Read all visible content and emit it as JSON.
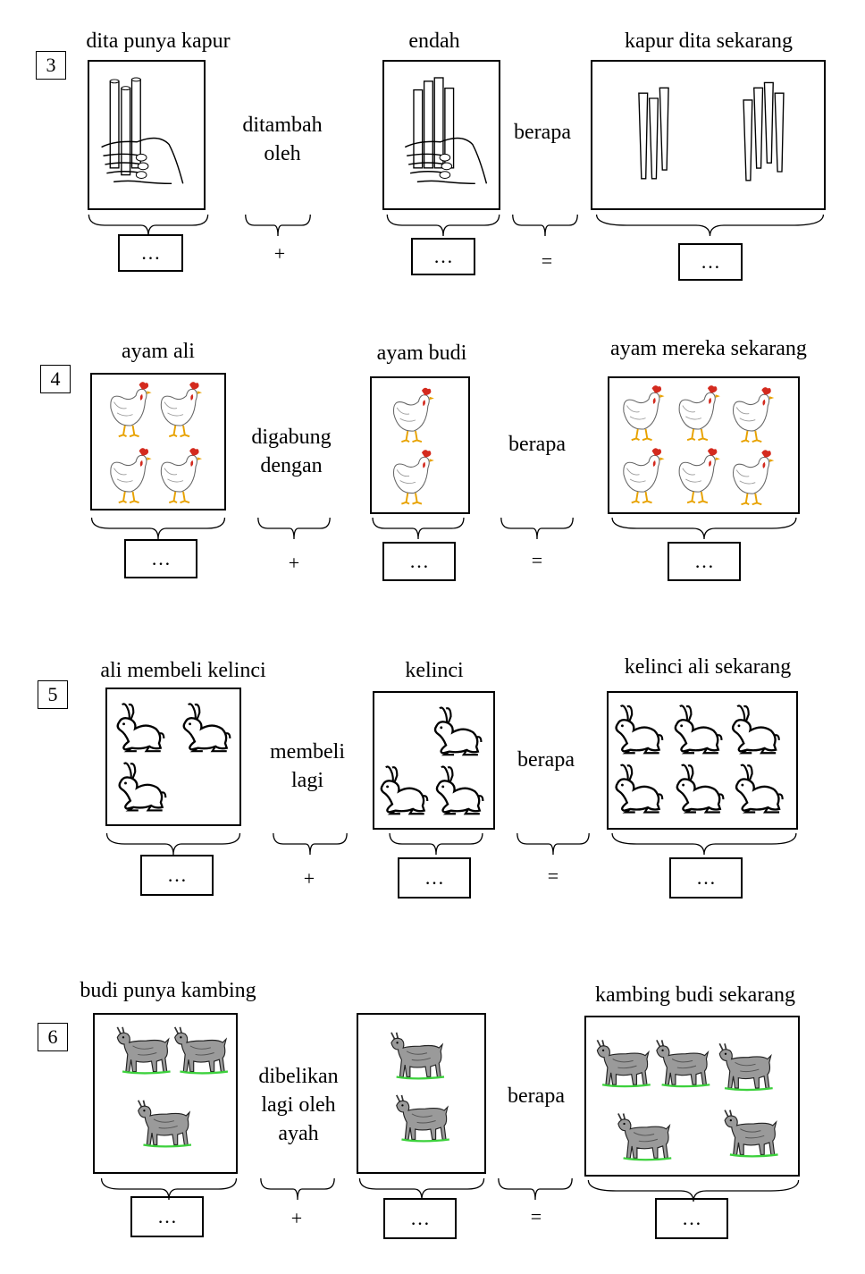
{
  "problems": [
    {
      "number": "3",
      "label_a": "dita punya kapur",
      "connector": [
        "ditambah",
        "oleh"
      ],
      "label_b": "endah",
      "question": "berapa",
      "label_total": "kapur dita sekarang",
      "answer_a": "…",
      "answer_b": "…",
      "answer_total": "…",
      "plus": "+",
      "equals": "=",
      "object_icon": "chalk-icon",
      "count_a": 3,
      "count_b": 4,
      "count_total": 7
    },
    {
      "number": "4",
      "label_a": "ayam ali",
      "connector": [
        "digabung",
        "dengan"
      ],
      "label_b": "ayam budi",
      "question": "berapa",
      "label_total": "ayam mereka sekarang",
      "answer_a": "…",
      "answer_b": "…",
      "answer_total": "…",
      "plus": "+",
      "equals": "=",
      "object_icon": "chicken-icon",
      "count_a": 4,
      "count_b": 2,
      "count_total": 6
    },
    {
      "number": "5",
      "label_a": "ali membeli kelinci",
      "connector": [
        "membeli",
        "lagi"
      ],
      "label_b": "kelinci",
      "question": "berapa",
      "label_total": "kelinci ali sekarang",
      "answer_a": "…",
      "answer_b": "…",
      "answer_total": "…",
      "plus": "+",
      "equals": "=",
      "object_icon": "rabbit-icon",
      "count_a": 3,
      "count_b": 3,
      "count_total": 6
    },
    {
      "number": "6",
      "label_a": "budi punya kambing",
      "connector": [
        "dibelikan",
        "lagi oleh",
        "ayah"
      ],
      "label_b": "",
      "question": "berapa",
      "label_total": "kambing budi sekarang",
      "answer_a": "…",
      "answer_b": "…",
      "answer_total": "…",
      "plus": "+",
      "equals": "=",
      "object_icon": "goat-icon",
      "count_a": 3,
      "count_b": 2,
      "count_total": 5
    }
  ]
}
